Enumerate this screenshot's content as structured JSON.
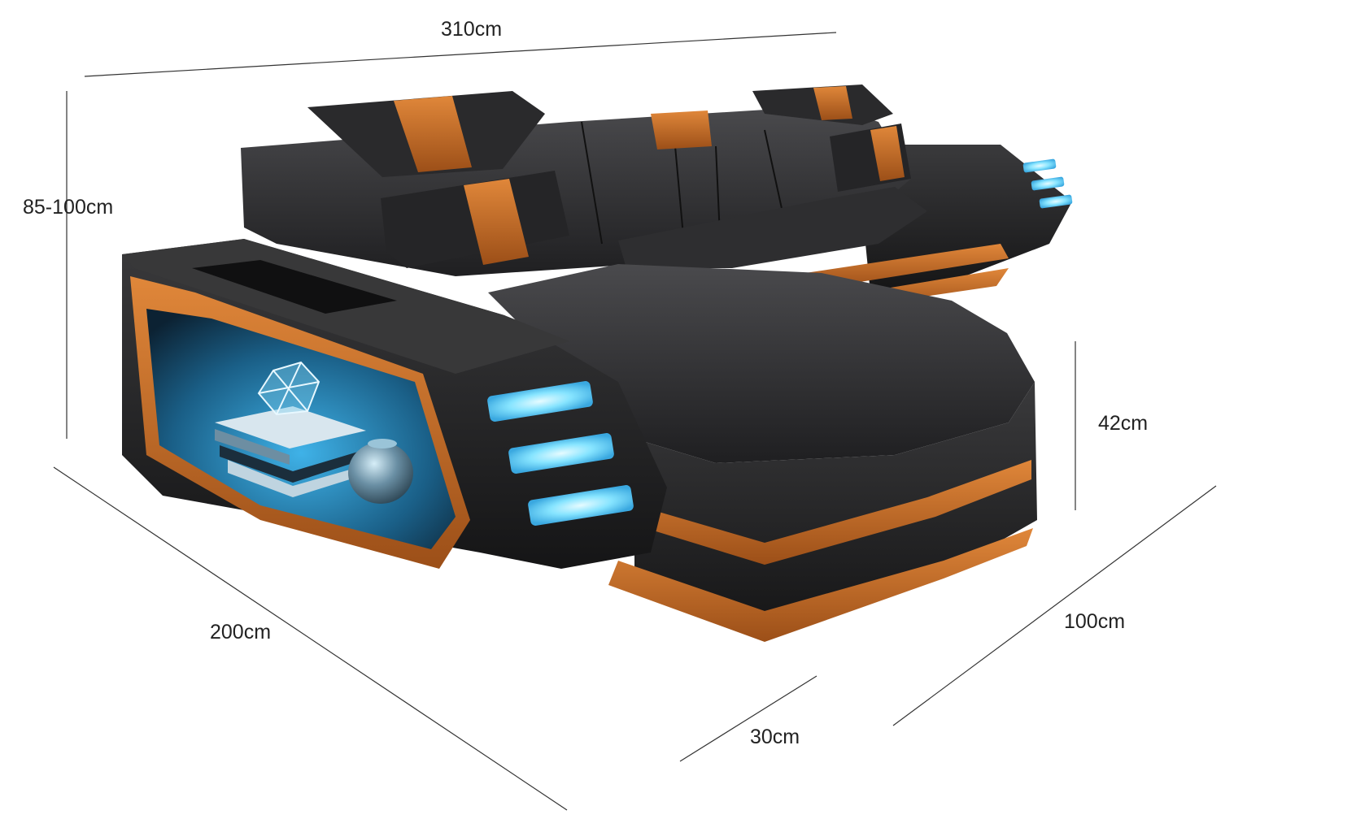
{
  "dimensions": {
    "total_width": "310cm",
    "back_height": "85-100cm",
    "chaise_length": "200cm",
    "seat_height": "42cm",
    "chaise_width": "100cm",
    "armrest_width": "30cm"
  },
  "colors": {
    "leather_black": "#2b2b2d",
    "leather_orange": "#c8702a",
    "led_blue": "#7fe3ff",
    "background": "#ffffff",
    "dimension_line": "#333333"
  }
}
